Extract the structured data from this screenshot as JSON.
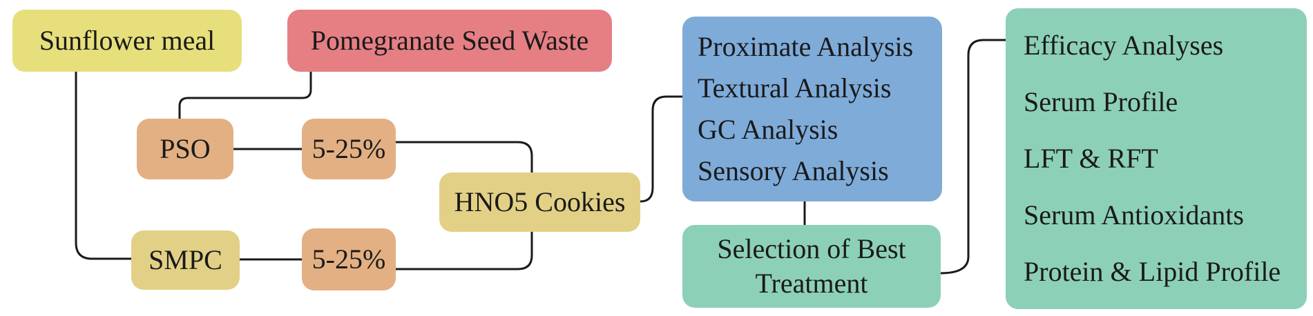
{
  "colors": {
    "yellow": "#e6df7c",
    "red": "#e57f84",
    "orange": "#e3b083",
    "tan": "#e2d086",
    "blue": "#7fabd9",
    "green": "#8dd0b8",
    "line": "#1a1a1a"
  },
  "nodes": {
    "sunflower": "Sunflower meal",
    "pomegranate": "Pomegranate Seed Waste",
    "pso": "PSO",
    "pct_top": "5-25%",
    "smpc": "SMPC",
    "pct_bottom": "5-25%",
    "cookies": "HNO5 Cookies",
    "analyses": [
      "Proximate Analysis",
      "Textural Analysis",
      "GC Analysis",
      "Sensory Analysis"
    ],
    "selection": [
      "Selection of Best",
      "Treatment"
    ],
    "efficacy": [
      "Efficacy Analyses",
      "Serum Profile",
      "LFT & RFT",
      "Serum Antioxidants",
      "Protein & Lipid Profile"
    ]
  }
}
